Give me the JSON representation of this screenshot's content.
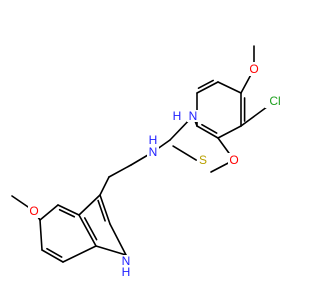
{
  "molecule": {
    "atom_labels": {
      "o_top": "O",
      "cl": "Cl",
      "nh_thiourea_right": "N",
      "h_thiourea_right": "H",
      "nh_thiourea_left": "N",
      "h_thiourea_left": "H",
      "s": "S",
      "o_aryl_lower": "O",
      "o_indole": "O",
      "nh_indole_n": "N",
      "nh_indole_h": "H"
    },
    "colors": {
      "carbon_bond": "#000000",
      "nitrogen": "#2020ff",
      "oxygen": "#ff0000",
      "chlorine": "#1fa01f",
      "sulfur": "#b8a000",
      "hydrogen_on_n": "#2020ff"
    }
  }
}
